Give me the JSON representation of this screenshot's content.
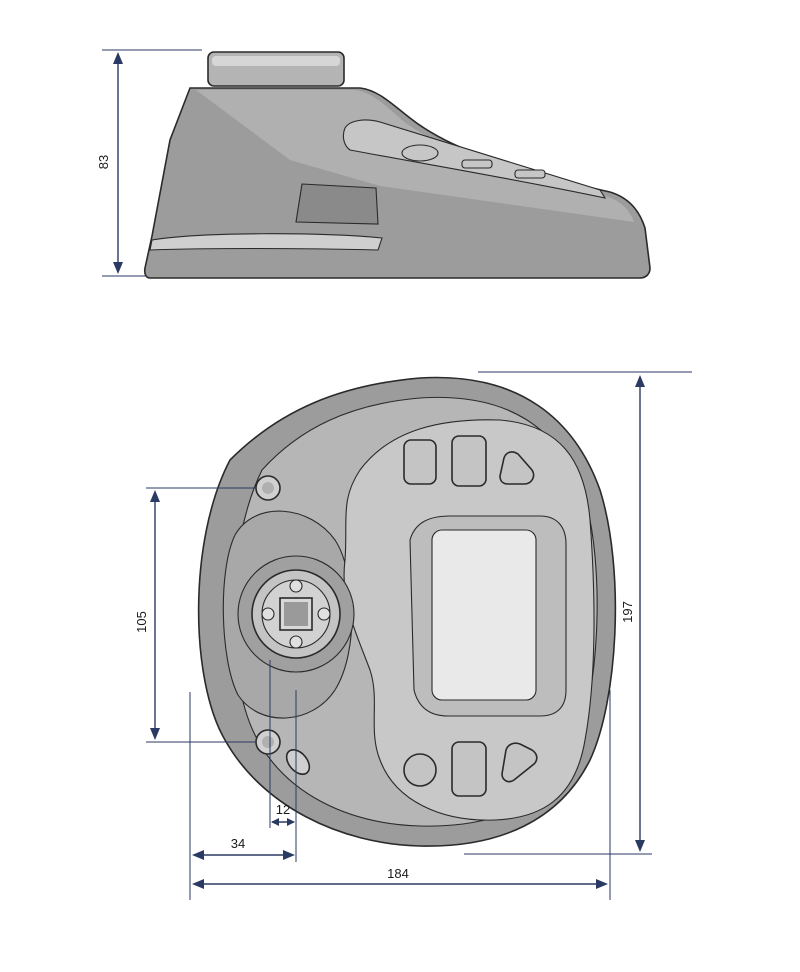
{
  "dimensions": {
    "height_side": "83",
    "mount_spacing": "105",
    "total_height": "197",
    "square_drive": "12",
    "drive_offset": "34",
    "total_width": "184"
  },
  "colors": {
    "body": "#9c9c9c",
    "body_light": "#b9b9b9",
    "panel": "#c8c8c8",
    "screen": "#e9e9e9",
    "outline": "#2a2a2a",
    "dim": "#2b3a63"
  }
}
